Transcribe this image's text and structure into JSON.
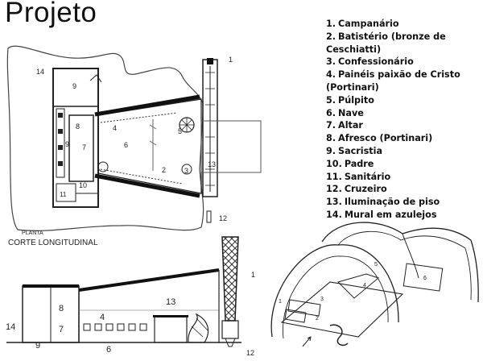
{
  "title": "Projeto",
  "legend": [
    {
      "num": "1.",
      "text": "Campanário"
    },
    {
      "num": "2.",
      "text": "Batistério (bronze de Ceschiatti)"
    },
    {
      "num": "3.",
      "text": "Confessionário"
    },
    {
      "num": "4.",
      "text": "Painéis paixão de Cristo (Portinari)"
    },
    {
      "num": "5.",
      "text": "Púlpito"
    },
    {
      "num": "6.",
      "text": "Nave"
    },
    {
      "num": "7.",
      "text": "Altar"
    },
    {
      "num": "8.",
      "text": "Afresco (Portinari)"
    },
    {
      "num": "9.",
      "text": "Sacristia"
    },
    {
      "num": "10.",
      "text": "Padre"
    },
    {
      "num": "11.",
      "text": "Sanitário"
    },
    {
      "num": "12.",
      "text": "Cruzeiro"
    },
    {
      "num": "13.",
      "text": "Iluminação de piso"
    },
    {
      "num": "14.",
      "text": "Mural em azulejos"
    }
  ],
  "plan": {
    "caption": "PLANTA",
    "labels": [
      "1",
      "2",
      "3",
      "4",
      "5",
      "6",
      "7",
      "8",
      "9",
      "9",
      "10",
      "11",
      "12",
      "13",
      "14"
    ]
  },
  "section": {
    "caption": "CORTE LONGITUDINAL",
    "labels": [
      "1",
      "4",
      "6",
      "7",
      "8",
      "9",
      "12",
      "13",
      "14"
    ]
  },
  "axon": {
    "labels": [
      "1",
      "2",
      "3",
      "4",
      "5",
      "6"
    ]
  }
}
